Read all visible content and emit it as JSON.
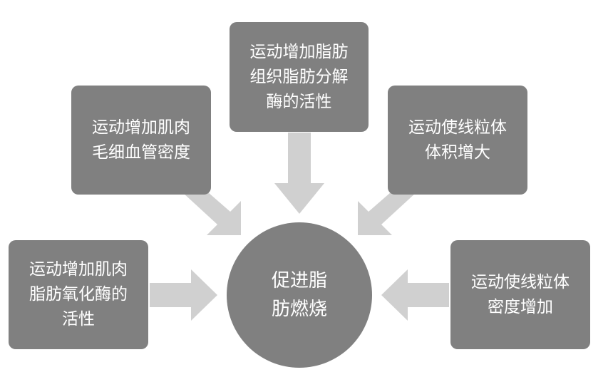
{
  "colors": {
    "box_fill": "#808080",
    "arrow_fill": "#d0d0d0",
    "text": "#ffffff"
  },
  "center": {
    "lines": [
      "促进脂",
      "肪燃烧"
    ]
  },
  "nodes": {
    "top_center": {
      "lines": [
        "运动增加脂肪",
        "组织脂肪分解",
        "酶的活性"
      ]
    },
    "upper_left": {
      "lines": [
        "运动增加肌肉",
        "毛细血管密度"
      ]
    },
    "upper_right": {
      "lines": [
        "运动使线粒体",
        "体积增大"
      ]
    },
    "lower_left": {
      "lines": [
        "运动增加肌肉",
        "脂肪氧化酶的",
        "活性"
      ]
    },
    "lower_right": {
      "lines": [
        "运动使线粒体",
        "密度增加"
      ]
    }
  }
}
